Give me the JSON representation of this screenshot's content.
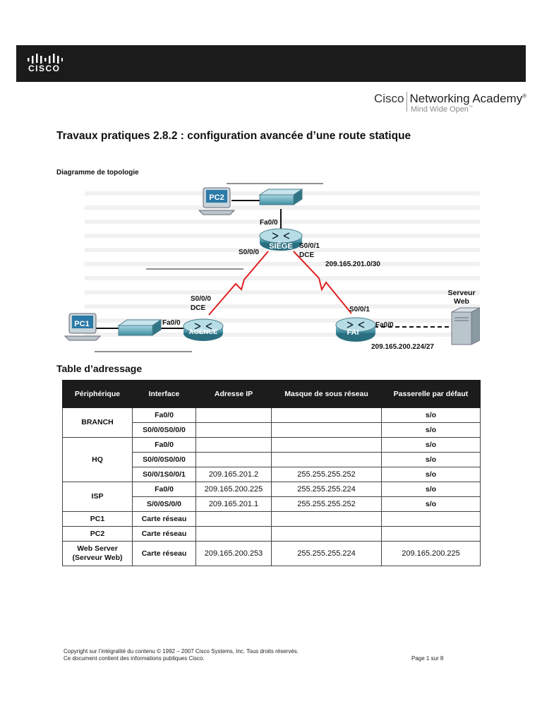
{
  "header": {
    "logo_text": "CISCO",
    "academy_name_left": "Cisco",
    "academy_name_right": "Networking Academy",
    "academy_mark": "®",
    "academy_tagline": "Mind Wide Open",
    "trademark": "™"
  },
  "document": {
    "title": "Travaux pratiques 2.8.2 : configuration avancée d’une route statique",
    "topology_heading": "Diagramme de topologie",
    "table_heading": "Table d’adressage"
  },
  "topology": {
    "devices": {
      "pc2": "PC2",
      "pc1": "PC1",
      "hq": "SIÈGE",
      "branch": "AGENCE",
      "isp": "FAI",
      "server": "Serveur Web"
    },
    "labels": {
      "hq_fa": "Fa0/0",
      "hq_s000": "S0/0/0",
      "hq_s001": "S0/0/1",
      "hq_dce": "DCE",
      "wan_net": "209.165.201.0/30",
      "branch_s000": "S0/0/0",
      "branch_dce": "DCE",
      "branch_fa": "Fa0/0",
      "isp_s001": "S0/0/1",
      "isp_fa": "Fa0/0",
      "server_net": "209.165.200.224/27"
    }
  },
  "table": {
    "headers": [
      "Périphérique",
      "Interface",
      "Adresse IP",
      "Masque de sous réseau",
      "Passerelle par défaut"
    ],
    "rows": {
      "branch": {
        "device": "BRANCH",
        "r1": {
          "iface": "Fa0/0",
          "ip": "",
          "mask": "",
          "gw": "s/o"
        },
        "r2": {
          "iface": "S0/0/0S0/0/0",
          "ip": "",
          "mask": "",
          "gw": "s/o"
        }
      },
      "hq": {
        "device": "HQ",
        "r1": {
          "iface": "Fa0/0",
          "ip": "",
          "mask": "",
          "gw": "s/o"
        },
        "r2": {
          "iface": "S0/0/0S0/0/0",
          "ip": "",
          "mask": "",
          "gw": "s/o"
        },
        "r3": {
          "iface": "S0/0/1S0/0/1",
          "ip": "209.165.201.2",
          "mask": "255.255.255.252",
          "gw": "s/o"
        }
      },
      "isp": {
        "device": "ISP",
        "r1": {
          "iface": "Fa0/0",
          "ip": "209.165.200.225",
          "mask": "255.255.255.224",
          "gw": "s/o"
        },
        "r2": {
          "iface": "S/0/0S/0/0",
          "ip": "209.165.201.1",
          "mask": "255.255.255.252",
          "gw": "s/o"
        }
      },
      "pc1": {
        "device": "PC1",
        "iface": "Carte réseau",
        "ip": "",
        "mask": "",
        "gw": ""
      },
      "pc2": {
        "device": "PC2",
        "iface": "Carte réseau",
        "ip": "",
        "mask": "",
        "gw": ""
      },
      "web": {
        "device": "Web Server (Serveur Web)",
        "iface": "Carte réseau",
        "ip": "209.165.200.253",
        "mask": "255.255.255.224",
        "gw": "209.165.200.225"
      }
    }
  },
  "footer": {
    "line1": "Copyright sur l’intégralité du contenu © 1992 – 2007 Cisco Systems, Inc. Tous droits réservés.",
    "line2": "Ce document contient des informations publiques Cisco.",
    "page": "Page 1 sur 8"
  }
}
